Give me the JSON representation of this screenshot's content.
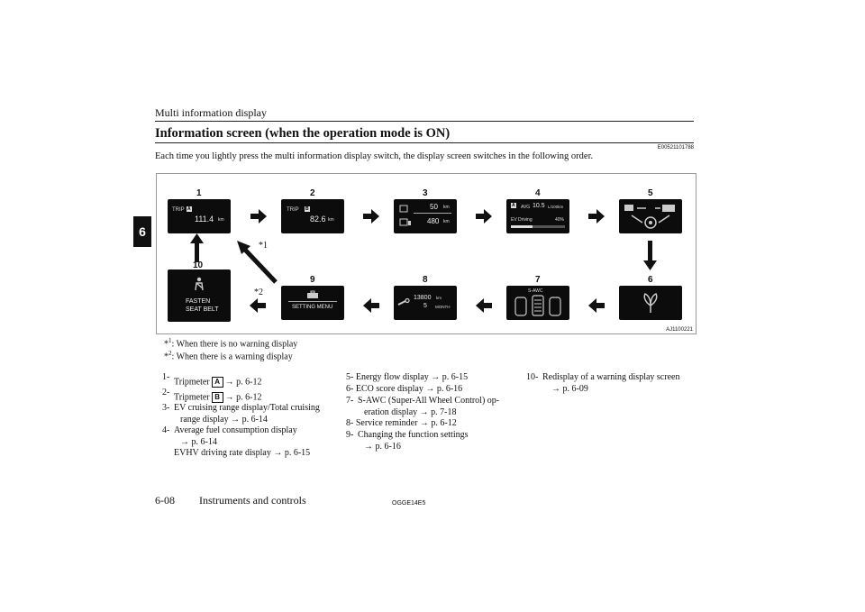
{
  "header": {
    "title": "Multi information display"
  },
  "section": {
    "title": "Information screen (when the operation mode is ON)",
    "code": "E00521101788",
    "intro": "Each time you lightly press the multi information display switch, the display screen switches in the following order."
  },
  "chapter_tab": "6",
  "figure": {
    "code": "AJ1100221",
    "screen_numbers": [
      "1",
      "2",
      "3",
      "4",
      "5",
      "6",
      "7",
      "8",
      "9",
      "10"
    ],
    "star1_label": "*1",
    "star2_label": "*2",
    "screen1": {
      "trip": "TRIP",
      "badge": "A",
      "value": "111.4",
      "unit": "km"
    },
    "screen2": {
      "trip": "TRIP",
      "badge": "B",
      "value": "82.6",
      "unit": "km"
    },
    "screen3": {
      "value1": "50",
      "value2": "480",
      "unit": "km"
    },
    "screen4": {
      "badge": "A",
      "avg": "AVG",
      "value": "10.5",
      "unit": "L/100km",
      "ev_label": "EV Driving",
      "ev_value": "40%"
    },
    "screen7": {
      "label": "S-AWC"
    },
    "screen8": {
      "value": "13800",
      "unit": "km",
      "months": "5",
      "month_label": "MONTH"
    },
    "screen9": {
      "label": "SETTING MENU"
    },
    "screen10": {
      "line1": "FASTEN",
      "line2": "SEAT BELT"
    }
  },
  "notes": {
    "star1": {
      "mark": "*",
      "sup": "1",
      "text": ": When there is no warning display"
    },
    "star2": {
      "mark": "*",
      "sup": "2",
      "text": ": When there is a warning display"
    }
  },
  "list": {
    "col1": [
      {
        "num": "1-",
        "text": "Tripmeter",
        "key": "A",
        "ref": "→ p. 6-12"
      },
      {
        "num": "2-",
        "text": "Tripmeter",
        "key": "B",
        "ref": "→ p. 6-12"
      },
      {
        "num": "3-",
        "line1": "EV cruising range display/Total cruising",
        "line2": "range display → p. 6-14"
      },
      {
        "num": "4-",
        "line1": "Average fuel consumption display",
        "line2": "→ p. 6-14",
        "line3": "EVHV driving rate display → p. 6-15"
      }
    ],
    "col2": [
      {
        "num": "5-",
        "text": "Energy flow display → p. 6-15"
      },
      {
        "num": "6-",
        "text": "ECO score display → p. 6-16"
      },
      {
        "num": "7-",
        "line1": "S-AWC (Super-All Wheel Control) op-",
        "line2": "eration display → p. 7-18"
      },
      {
        "num": "8-",
        "text": "Service reminder → p. 6-12"
      },
      {
        "num": "9-",
        "line1": "Changing the function settings",
        "line2": "→ p. 6-16"
      }
    ],
    "col3": [
      {
        "num": "10-",
        "line1": "Redisplay of a warning display screen",
        "line2": "→ p. 6-09"
      }
    ]
  },
  "footer": {
    "page": "6-08",
    "chapter": "Instruments and controls",
    "code": "OGGE14E5"
  }
}
